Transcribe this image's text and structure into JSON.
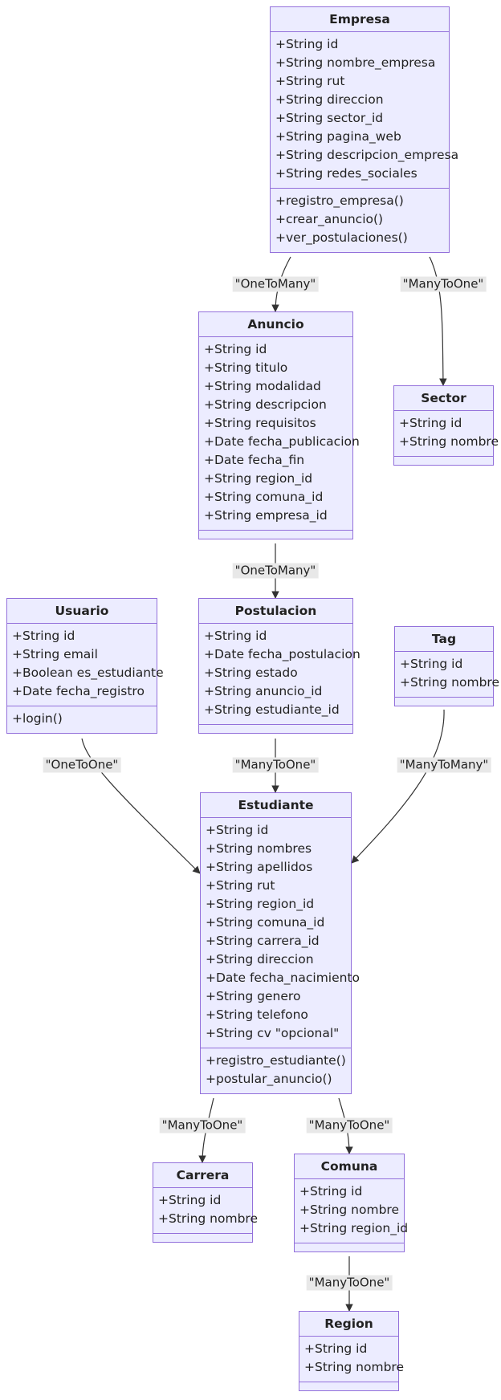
{
  "classes": [
    {
      "id": "empresa",
      "name": "Empresa",
      "attributes": [
        "+String id",
        "+String nombre_empresa",
        "+String rut",
        "+String direccion",
        "+String sector_id",
        "+String pagina_web",
        "+String descripcion_empresa",
        "+String redes_sociales"
      ],
      "methods": [
        "+registro_empresa()",
        "+crear_anuncio()",
        "+ver_postulaciones()"
      ]
    },
    {
      "id": "anuncio",
      "name": "Anuncio",
      "attributes": [
        "+String id",
        "+String titulo",
        "+String modalidad",
        "+String descripcion",
        "+String requisitos",
        "+Date fecha_publicacion",
        "+Date fecha_fin",
        "+String region_id",
        "+String comuna_id",
        "+String empresa_id"
      ],
      "methods": []
    },
    {
      "id": "sector",
      "name": "Sector",
      "attributes": [
        "+String id",
        "+String nombre"
      ],
      "methods": []
    },
    {
      "id": "usuario",
      "name": "Usuario",
      "attributes": [
        "+String id",
        "+String email",
        "+Boolean es_estudiante",
        "+Date fecha_registro"
      ],
      "methods": [
        "+login()"
      ]
    },
    {
      "id": "postulacion",
      "name": "Postulacion",
      "attributes": [
        "+String id",
        "+Date fecha_postulacion",
        "+String estado",
        "+String anuncio_id",
        "+String estudiante_id"
      ],
      "methods": []
    },
    {
      "id": "tag",
      "name": "Tag",
      "attributes": [
        "+String id",
        "+String nombre"
      ],
      "methods": []
    },
    {
      "id": "estudiante",
      "name": "Estudiante",
      "attributes": [
        "+String id",
        "+String nombres",
        "+String apellidos",
        "+String rut",
        "+String region_id",
        "+String comuna_id",
        "+String carrera_id",
        "+String direccion",
        "+Date fecha_nacimiento",
        "+String genero",
        "+String telefono",
        "+String cv \"opcional\""
      ],
      "methods": [
        "+registro_estudiante()",
        "+postular_anuncio()"
      ]
    },
    {
      "id": "carrera",
      "name": "Carrera",
      "attributes": [
        "+String id",
        "+String nombre"
      ],
      "methods": []
    },
    {
      "id": "comuna",
      "name": "Comuna",
      "attributes": [
        "+String id",
        "+String nombre",
        "+String region_id"
      ],
      "methods": []
    },
    {
      "id": "region",
      "name": "Region",
      "attributes": [
        "+String id",
        "+String nombre"
      ],
      "methods": []
    }
  ],
  "relations": [
    {
      "from": "empresa",
      "to": "anuncio",
      "label": "\"OneToMany\""
    },
    {
      "from": "empresa",
      "to": "sector",
      "label": "\"ManyToOne\""
    },
    {
      "from": "anuncio",
      "to": "postulacion",
      "label": "\"OneToMany\""
    },
    {
      "from": "usuario",
      "to": "estudiante",
      "label": "\"OneToOne\""
    },
    {
      "from": "postulacion",
      "to": "estudiante",
      "label": "\"ManyToOne\""
    },
    {
      "from": "tag",
      "to": "estudiante",
      "label": "\"ManyToMany\""
    },
    {
      "from": "estudiante",
      "to": "carrera",
      "label": "\"ManyToOne\""
    },
    {
      "from": "estudiante",
      "to": "comuna",
      "label": "\"ManyToOne\""
    },
    {
      "from": "comuna",
      "to": "region",
      "label": "\"ManyToOne\""
    }
  ],
  "colors": {
    "class_fill": "#ececff",
    "class_border": "#9370db",
    "edge": "#333333",
    "label_bg": "#e8e8e8"
  }
}
